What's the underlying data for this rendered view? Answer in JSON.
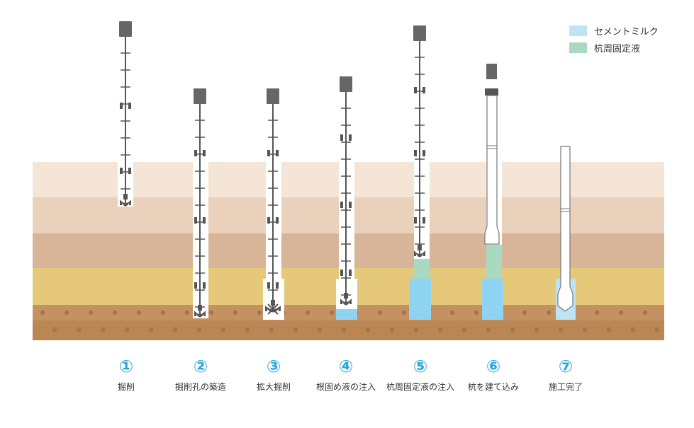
{
  "legend": [
    {
      "label": "セメントミルク",
      "color": "#bfe3f6"
    },
    {
      "label": "杭周固定液",
      "color": "#a9d9c0"
    }
  ],
  "steps": [
    {
      "num": "①",
      "label": "掘削"
    },
    {
      "num": "②",
      "label": "掘削孔の築造"
    },
    {
      "num": "③",
      "label": "拡大掘削"
    },
    {
      "num": "④",
      "label": "根固め液の注入"
    },
    {
      "num": "⑤",
      "label": "杭周固定液の注入"
    },
    {
      "num": "⑥",
      "label": "杭を建て込み"
    },
    {
      "num": "⑦",
      "label": "施工完了"
    }
  ],
  "colors": {
    "step_number": "#2aa7dc",
    "soil_layers": [
      "#f4e5d6",
      "#e9d1bb",
      "#d8b598",
      "#e5c87a",
      "#c49262",
      "#b98654"
    ],
    "cement_milk": "#8fd3f2",
    "fixing_liquid": "#a9d9c0",
    "rod": "#555555",
    "motor": "#666666"
  }
}
